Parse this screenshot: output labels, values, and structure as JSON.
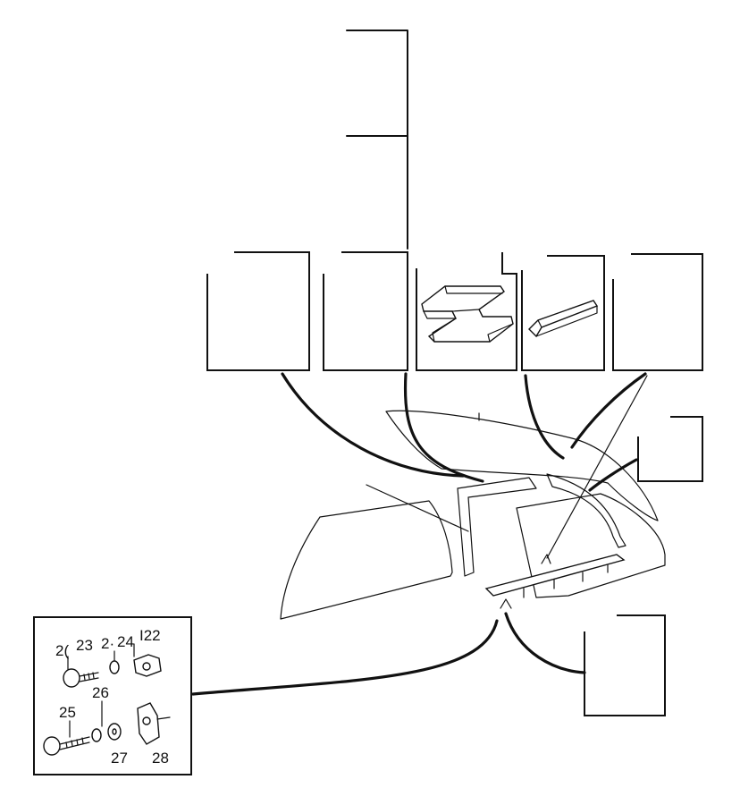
{
  "inset": {
    "labels": [
      "2(",
      "23",
      "2·",
      "24",
      "I22",
      "26",
      "25",
      "27",
      "28"
    ]
  }
}
